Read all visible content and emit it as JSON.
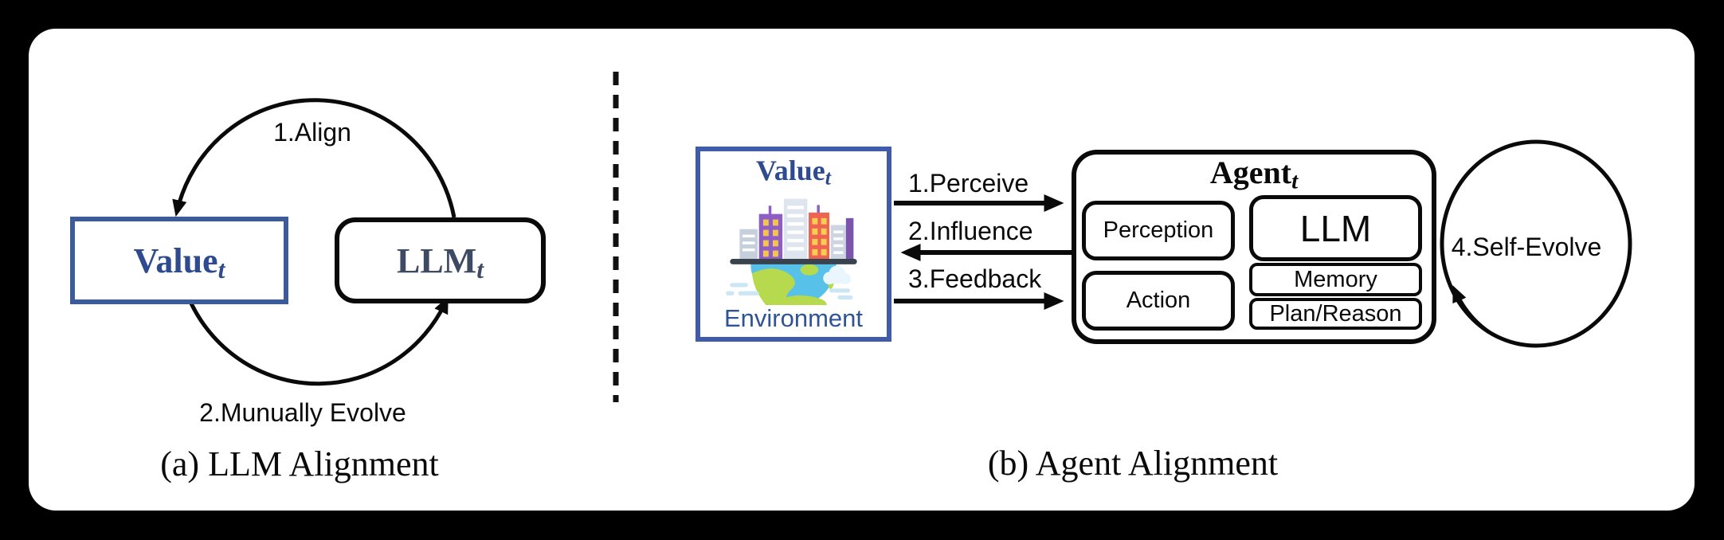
{
  "figure": {
    "panel_a": {
      "caption": "(a) LLM Alignment",
      "align_label": "1.Align",
      "evolve_label": "2.Munually Evolve",
      "value_box": {
        "main": "Value",
        "sub": "t"
      },
      "llm_box": {
        "main": "LLM",
        "sub": "t"
      }
    },
    "panel_b": {
      "caption": "(b) Agent Alignment",
      "environment": {
        "title_main": "Value",
        "title_sub": "t",
        "label": "Environment",
        "icon": "city-on-globe-illustration"
      },
      "flow": {
        "perceive": "1.Perceive",
        "influence": "2.Influence",
        "feedback": "3.Feedback",
        "self_evolve": "4.Self-Evolve"
      },
      "agent": {
        "title_main": "Agent",
        "title_sub": "t",
        "perception": "Perception",
        "action": "Action",
        "llm": "LLM",
        "memory": "Memory",
        "plan": "Plan/Reason"
      }
    },
    "colors": {
      "page_bg": "#000000",
      "card_bg": "#ffffff",
      "stroke": "#0a0a0a",
      "value_border_blue": "#3d5a99",
      "env_border_blue": "#3f5ba9",
      "value_text_navy": "#2e4b8f",
      "llm_text_slate": "#3c4a63",
      "environment_text_blue": "#2f5496"
    }
  }
}
